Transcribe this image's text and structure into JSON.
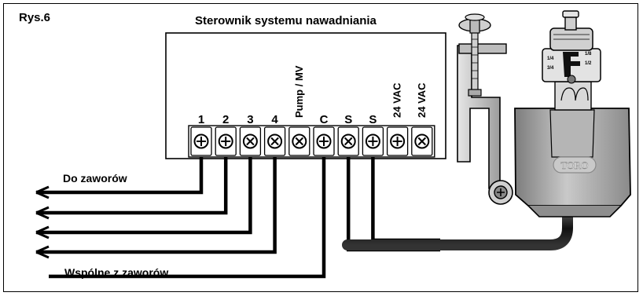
{
  "figure_label": "Rys.6",
  "title": "Sterownik systemu nawadniania",
  "terminals": [
    {
      "label": "1",
      "orientation": "horizontal",
      "screw": "plus"
    },
    {
      "label": "2",
      "orientation": "horizontal",
      "screw": "plus"
    },
    {
      "label": "3",
      "orientation": "horizontal",
      "screw": "cross"
    },
    {
      "label": "4",
      "orientation": "horizontal",
      "screw": "cross"
    },
    {
      "label": "Pump / MV",
      "orientation": "vertical",
      "screw": "cross"
    },
    {
      "label": "C",
      "orientation": "horizontal",
      "screw": "plus"
    },
    {
      "label": "S",
      "orientation": "horizontal",
      "screw": "cross"
    },
    {
      "label": "S",
      "orientation": "horizontal",
      "screw": "plus"
    },
    {
      "label": "24 VAC",
      "orientation": "vertical",
      "screw": "plus"
    },
    {
      "label": "24 VAC",
      "orientation": "vertical",
      "screw": "cross"
    }
  ],
  "to_valves_label": "Do zaworów",
  "common_label": "Wspólne z zaworów",
  "sensor_brand": "TORO",
  "dial_marks": [
    "1/4",
    "1/8",
    "3/4",
    "1/2"
  ],
  "colors": {
    "line": "#000000",
    "housing_dark": "#9a9a9a",
    "housing_light": "#d0d0d0",
    "background": "#ffffff"
  }
}
